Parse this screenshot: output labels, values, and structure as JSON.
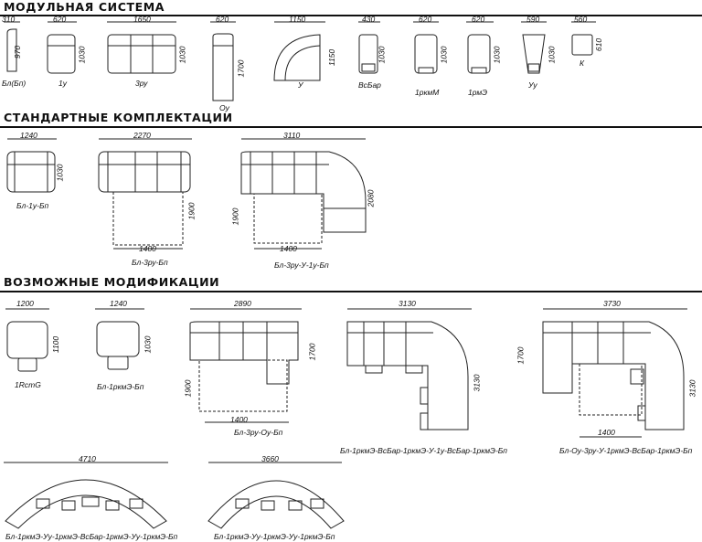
{
  "sections": {
    "modular": "МОДУЛЬНАЯ СИСТЕМА",
    "standard": "СТАНДАРТНЫЕ КОМПЛЕКТАЦИИ",
    "mods": "ВОЗМОЖНЫЕ МОДИФИКАЦИИ"
  },
  "modules": [
    {
      "w": "310",
      "h": "970",
      "name": "Бл(Бп)"
    },
    {
      "w": "620",
      "h": "1030",
      "name": "1у"
    },
    {
      "w": "1650",
      "h": "1030",
      "name": "3ру"
    },
    {
      "w": "620",
      "h": "1700",
      "name": "Оу"
    },
    {
      "w": "1150",
      "h": "1150",
      "name": "У"
    },
    {
      "w": "430",
      "h": "1030",
      "name": "ВсБар"
    },
    {
      "w": "620",
      "h": "1030",
      "name": "1ркмМ"
    },
    {
      "w": "620",
      "h": "1030",
      "name": "1рмЭ"
    },
    {
      "w": "590",
      "h": "1030",
      "name": "Уу"
    },
    {
      "w": "560",
      "h": "610",
      "name": "К"
    }
  ],
  "standard": [
    {
      "w": "1240",
      "h": "1030",
      "name": "Бл-1у-Бп"
    },
    {
      "w": "2270",
      "h": "1900",
      "depth": "1400",
      "name": "Бл-3ру-Бп"
    },
    {
      "w": "3110",
      "h": "1900",
      "h2": "2080",
      "depth": "1400",
      "name": "Бл-3ру-У-1у-Бп"
    }
  ],
  "mods": [
    {
      "w": "1200",
      "h": "1100",
      "name": "1RcmG"
    },
    {
      "w": "1240",
      "h": "1030",
      "name": "Бл-1ркмЭ-Бп"
    },
    {
      "w": "2890",
      "h": "1900",
      "h2": "1700",
      "depth": "1400",
      "name": "Бл-3ру-Оу-Бп"
    },
    {
      "w": "3130",
      "h": "3130",
      "name": "Бл-1ркмЭ-ВсБар-1ркмЭ-У-1у-ВсБар-1ркмЭ-Бп"
    },
    {
      "w": "3730",
      "h": "1700",
      "h2": "3130",
      "depth": "1400",
      "name": "Бл-Оу-3ру-У-1ркмЭ-ВсБар-1ркмЭ-Бп"
    },
    {
      "w": "4710",
      "name": "Бл-1ркмЭ-Уу-1ркмЭ-ВсБар-1ркмЭ-Уу-1ркмЭ-Бп"
    },
    {
      "w": "3660",
      "name": "Бл-1ркмЭ-Уу-1ркмЭ-Уу-1ркмЭ-Бп"
    }
  ]
}
